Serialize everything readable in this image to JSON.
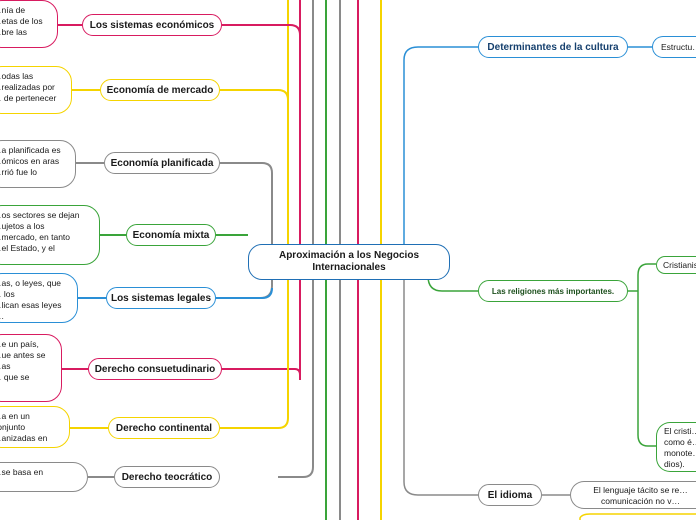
{
  "center": {
    "title": "Aproximación a los Negocios Internacionales"
  },
  "colors": {
    "pink": "#d81b60",
    "yellow": "#f5d400",
    "gray": "#8a8a8a",
    "green": "#3aa43a",
    "blue": "#2a8fd6",
    "center_border": "#1f6fb5"
  },
  "left_topics": [
    {
      "label": "Los sistemas económicos",
      "desc": "…nía de\n…etas de los\n…bre las"
    },
    {
      "label": "Economía de mercado",
      "desc": "…odas las\n…realizadas por\n… de pertenecer"
    },
    {
      "label": "Economía planificada",
      "desc": "…a planificada es\n…ómicos en aras\n…rrió fue lo"
    },
    {
      "label": "Economía mixta",
      "desc": "…os sectores se dejan\n…ujetos a los\n…mercado, en tanto\n…el Estado, y el"
    },
    {
      "label": "Los sistemas legales",
      "desc": "…as, o leyes, que\n… los\n…lican esas leyes\n…."
    },
    {
      "label": "Derecho consuetudinario",
      "desc": "…e un país,\n…ue antes se\n…as\n… que se"
    },
    {
      "label": "Derecho continental",
      "desc": "…a en un conjunto\n…anizadas en"
    },
    {
      "label": "Derecho teocrático",
      "desc": "…se basa en"
    }
  ],
  "right_topics": [
    {
      "label": "Determinantes de la cultura",
      "child": "Estructu…"
    },
    {
      "label": "Las religiones más importantes.",
      "child": "Cristianis…",
      "child2": "El cristi…\ncomo é…\nmonote…\ndios)."
    },
    {
      "label": "El idioma",
      "child": "El lenguaje tácito se re…\ncomunicación no v…"
    }
  ]
}
